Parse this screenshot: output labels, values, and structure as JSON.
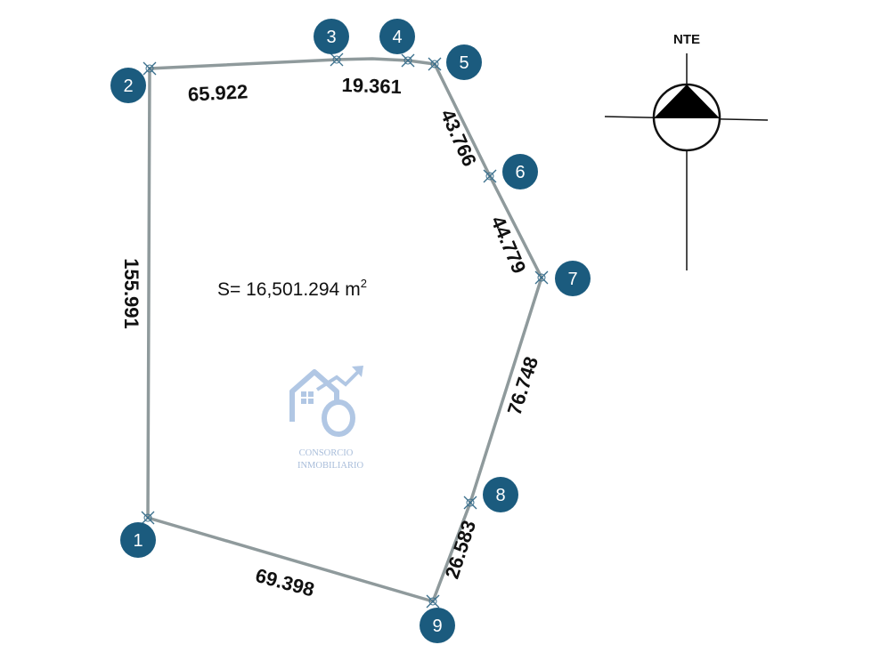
{
  "north_label": "NTE",
  "area": {
    "prefix": "S= ",
    "value": "16,501.294",
    "unit": "m",
    "exponent": "2"
  },
  "vertices": [
    "1",
    "2",
    "3",
    "4",
    "5",
    "6",
    "7",
    "8",
    "9"
  ],
  "edges": [
    {
      "from": "2",
      "to": "3",
      "length": "65.922"
    },
    {
      "from": "3",
      "to": "5",
      "length": "19.361"
    },
    {
      "from": "5",
      "to": "6",
      "length": "43.766"
    },
    {
      "from": "6",
      "to": "7",
      "length": "44.779"
    },
    {
      "from": "7",
      "to": "8",
      "length": "76.748"
    },
    {
      "from": "8",
      "to": "9",
      "length": "26.583"
    },
    {
      "from": "9",
      "to": "1",
      "length": "69.398"
    },
    {
      "from": "1",
      "to": "2",
      "length": "155.991"
    }
  ],
  "watermark": {
    "line1": "CONSORCIO",
    "line2": "INMOBILIARIO"
  },
  "colors": {
    "boundary": "#8f9a9c",
    "vertex_badge": "#1b5b7e",
    "marker": "#3a6f8c",
    "logo": "#a9c2e2"
  }
}
